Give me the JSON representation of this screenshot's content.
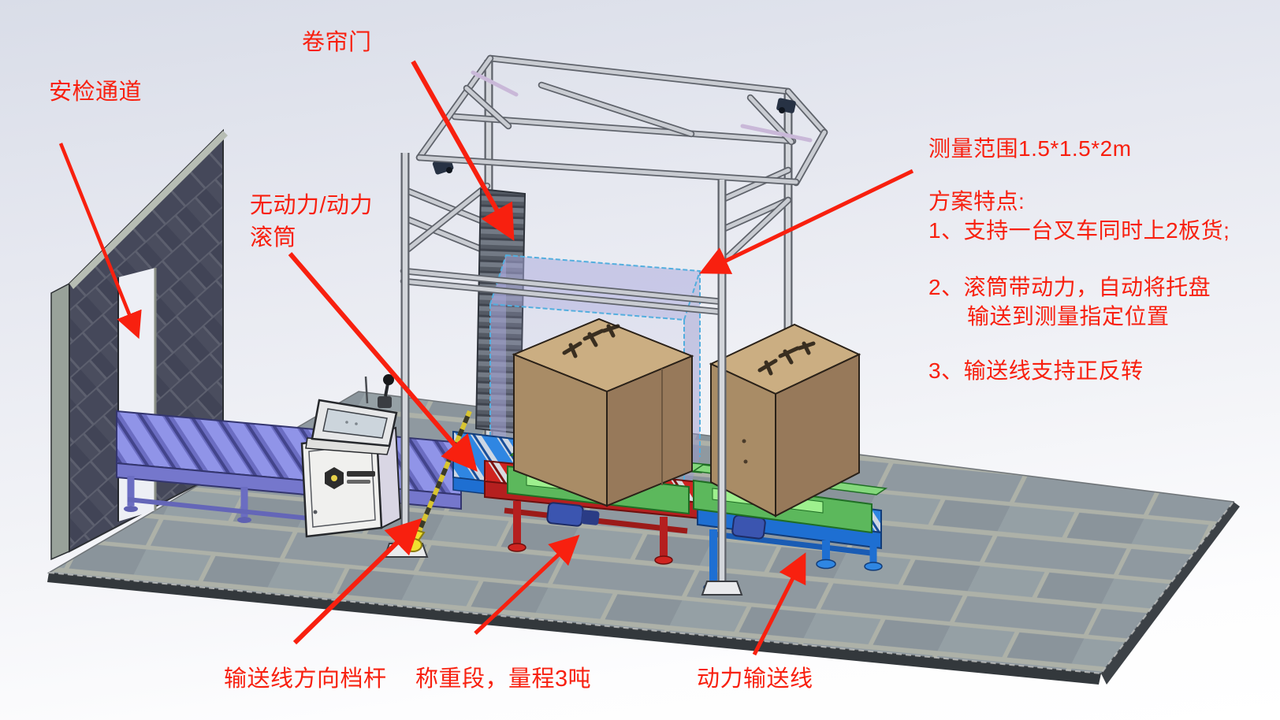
{
  "annotations": {
    "security_channel": "安检通道",
    "shutter_door": "卷帘门",
    "rollers_line1": "无动力/动力",
    "rollers_line2": "滚筒",
    "measure_range": "测量范围1.5*1.5*2m",
    "features": {
      "title": "方案特点:",
      "item1": "1、支持一台叉车同时上2板货;",
      "item2_line1": "2、滚筒带动力，自动将托盘",
      "item2_line2": "输送到测量指定位置",
      "item3": "3、输送线支持正反转"
    },
    "direction_bar": "输送线方向档杆",
    "weighing_section": "称重段，量程3吨",
    "powered_conveyor": "动力输送线"
  },
  "colors": {
    "annotation_red": "#f8200f",
    "aluminum_frame": "#c9ccd2",
    "wall_brick": "#474959",
    "floor_tile": "#8f99a0",
    "roller_purple": "#9094e8",
    "conveyor_blue": "#2f86e2",
    "conveyor_red": "#c42420",
    "pallet_green": "#5cb85c",
    "cardboard_brown": "#b09071",
    "measure_volume_lavender": "#a6a6d8",
    "measure_volume_edge": "#53aede",
    "direction_bar_yellow": "#e8d24a",
    "cabinet_white": "#f0f0ee"
  }
}
